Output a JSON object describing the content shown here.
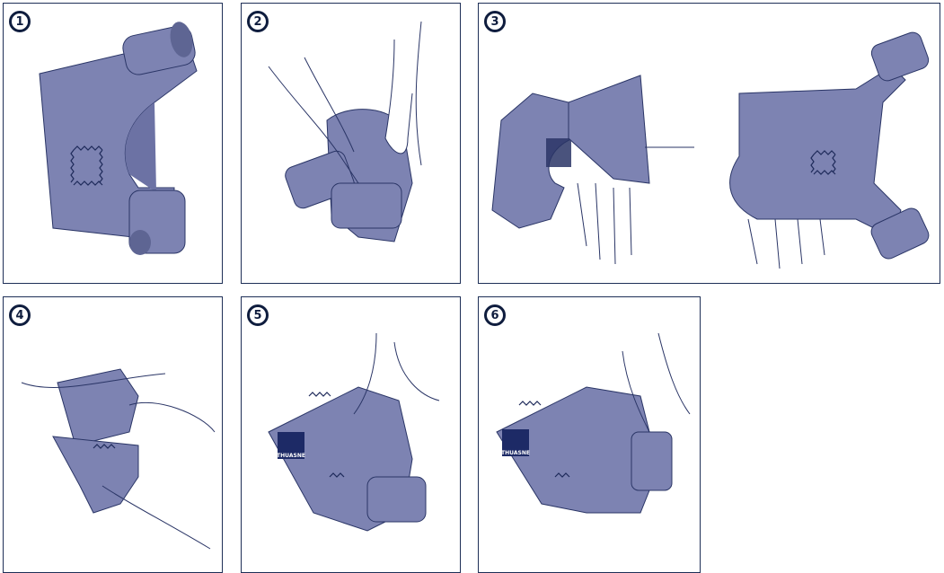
{
  "steps": [
    {
      "number": "1"
    },
    {
      "number": "2"
    },
    {
      "number": "3"
    },
    {
      "number": "4"
    },
    {
      "number": "5"
    },
    {
      "number": "6"
    }
  ],
  "brand": {
    "logo_text": "THUASNE"
  },
  "colors": {
    "fabric": "#7d83b2",
    "fabric_shadow": "#5e6593",
    "stitch": "#1e2a5a",
    "outline": "#1e2f57",
    "logo_bg": "#1d2a66"
  }
}
